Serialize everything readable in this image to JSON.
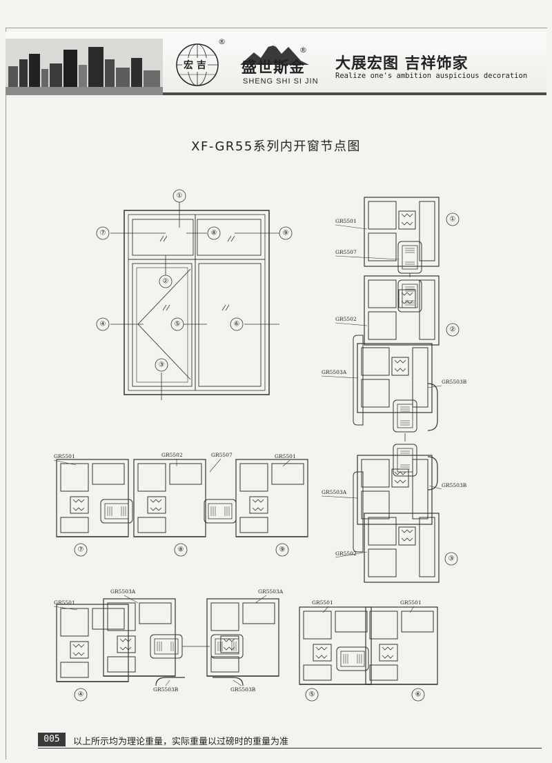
{
  "header": {
    "logo_circle_text": "宏 吉",
    "registered_mark": "®",
    "brand_cn": "盛世斯金",
    "brand_en": "SHENG SHI SI JIN",
    "slogan_cn": "大展宏图  吉祥饰家",
    "slogan_en": "Realize one's ambition auspicious decoration"
  },
  "title": "XF-GR55系列内开窗节点图",
  "elevation": {
    "callouts": [
      "①",
      "②",
      "③",
      "④",
      "⑤",
      "⑥",
      "⑦",
      "⑧",
      "⑨"
    ]
  },
  "sections": {
    "vertical": {
      "labels": [
        "GR5501",
        "GR5507",
        "GR5502",
        "GR5503A",
        "GR5503B",
        "GR5503A",
        "GR5503B",
        "GR5502"
      ],
      "callouts": [
        "①",
        "②",
        "③"
      ]
    },
    "row1": {
      "labels": [
        "GR5501",
        "GR5502",
        "GR5507",
        "GR5501"
      ],
      "callouts": [
        "⑦",
        "⑧",
        "⑨"
      ]
    },
    "row2": {
      "labels": [
        "GR5501",
        "GR5503A",
        "GR5503A",
        "GR5501",
        "GR5501",
        "GR5503B",
        "GR5503B"
      ],
      "callouts": [
        "④",
        "⑤",
        "⑥"
      ]
    }
  },
  "footer": {
    "page_number": "005",
    "note": "以上所示均为理论重量，实际重量以过磅时的重量为准"
  }
}
